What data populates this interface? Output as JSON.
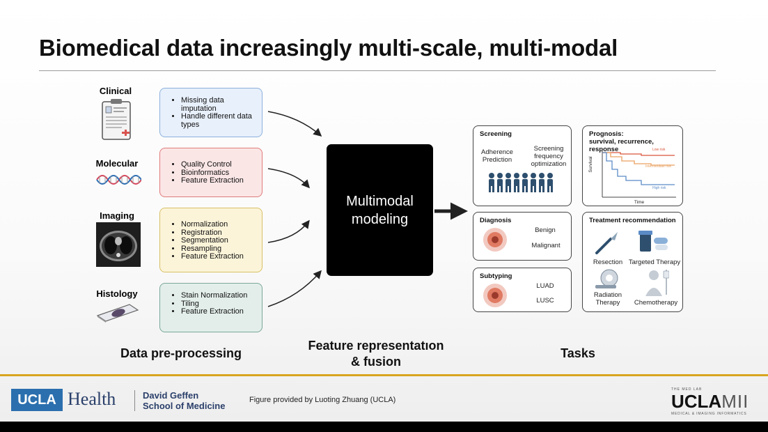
{
  "title": "Biomedical data increasingly multi-scale, multi-modal",
  "colors": {
    "clinical": "#2a6db3",
    "molecular": "#d6455a",
    "imaging": "#d6a91a",
    "histology": "#1f8a80",
    "footer_gold": "#d9a520"
  },
  "modalities": [
    {
      "label": "Clinical",
      "color": "#2a6db3",
      "icon": "clipboard-icon",
      "bullets": [
        "Missing data imputation",
        "Handle different data types"
      ],
      "box_bg": "#e8f0fb",
      "box_border": "#8cb0dd"
    },
    {
      "label": "Molecular",
      "color": "#d6455a",
      "icon": "dna-icon",
      "bullets": [
        "Quality Control",
        "Bioinformatics",
        "Feature Extraction"
      ],
      "box_bg": "#fbe6e6",
      "box_border": "#e07a7a"
    },
    {
      "label": "Imaging",
      "color": "#d6a91a",
      "icon": "ct-scan-icon",
      "bullets": [
        "Normalization",
        "Registration",
        "Segmentation",
        "Resampling",
        "Feature Extraction"
      ],
      "box_bg": "#fbf4d9",
      "box_border": "#d8c065"
    },
    {
      "label": "Histology",
      "color": "#1f8a80",
      "icon": "slide-icon",
      "bullets": [
        "Stain Normalization",
        "Tiling",
        "Feature Extraction"
      ],
      "box_bg": "#e3eeea",
      "box_border": "#7aa79a"
    }
  ],
  "center": {
    "label_line1": "Multimodal",
    "label_line2": "modeling"
  },
  "columns": {
    "preprocessing": "Data pre-processing",
    "fusion_line1": "Feature representatıon",
    "fusion_line2": "& fusion",
    "tasks": "Tasks"
  },
  "tasks": {
    "screening": {
      "title": "Screening",
      "item1": "Adherence Prediction",
      "item2": "Screening frequency optimization"
    },
    "diagnosis": {
      "title": "Diagnosis",
      "item1": "Benign",
      "item2": "Malignant"
    },
    "subtyping": {
      "title": "Subtyping",
      "item1": "LUAD",
      "item2": "LUSC"
    },
    "prognosis": {
      "title_line1": "Prognosis:",
      "title_line2": "survival, recurrence, response",
      "xlabel": "Time",
      "ylabel": "Survival",
      "low": "Low risk",
      "mid": "Intermediate risk",
      "high": "High risk"
    },
    "treatment": {
      "title": "Treatment recommendation",
      "item1": "Resection",
      "item2": "Targeted Therapy",
      "item3_line1": "Radiation",
      "item3_line2": "Therapy",
      "item4": "Chemotherapy"
    }
  },
  "footer": {
    "ucla": "UCLA",
    "health": "Health",
    "school_line1": "David Geffen",
    "school_line2": "School of Medicine",
    "credit": "Figure provided by Luoting Zhuang (UCLA)",
    "mii_top": "THE MED LAB",
    "mii_main_ucla": "UCLA",
    "mii_main_mii": "MII",
    "mii_sub": "MEDICAL & IMAGING INFORMATICS"
  }
}
